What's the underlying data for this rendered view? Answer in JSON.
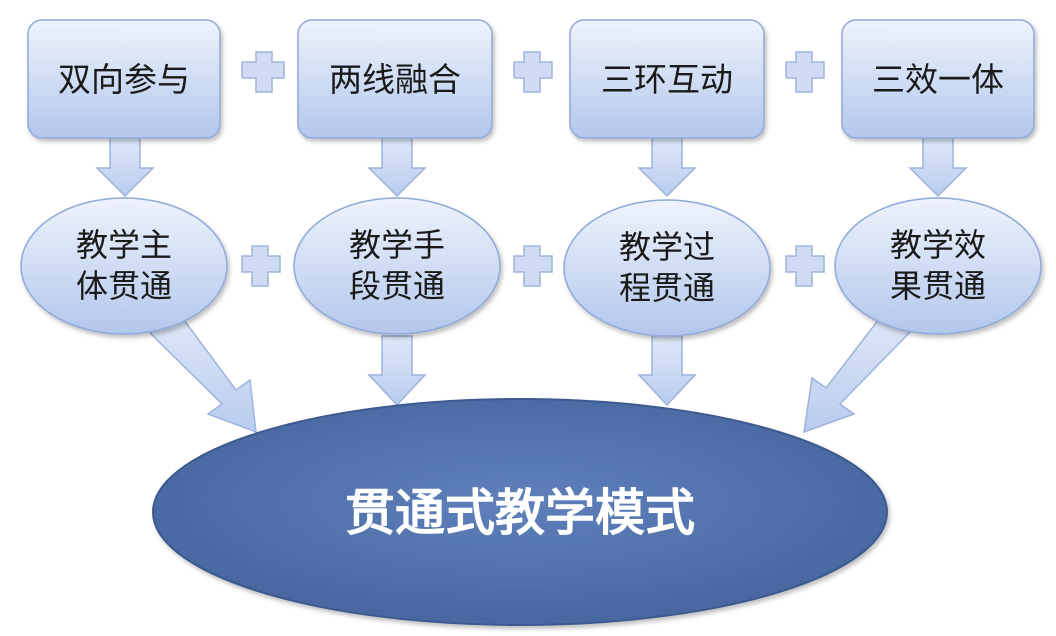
{
  "principles": [
    {
      "label": "双向参与"
    },
    {
      "label": "两线融合"
    },
    {
      "label": "三环互动"
    },
    {
      "label": "三效一体"
    }
  ],
  "aspects": [
    {
      "line1": "教学主",
      "line2": "体贯通"
    },
    {
      "line1": "教学手",
      "line2": "段贯通"
    },
    {
      "line1": "教学过",
      "line2": "程贯通"
    },
    {
      "line1": "教学效",
      "line2": "果贯通"
    }
  ],
  "result": {
    "label": "贯通式教学模式"
  },
  "colors": {
    "node_fill_light": "#e3ecfa",
    "node_fill_dark": "#b4c9ee",
    "node_stroke": "#8fa9d8",
    "connector_fill": "#c9d8f2",
    "main_fill": "#4f6fa9",
    "main_stroke": "#3d5a8f"
  }
}
